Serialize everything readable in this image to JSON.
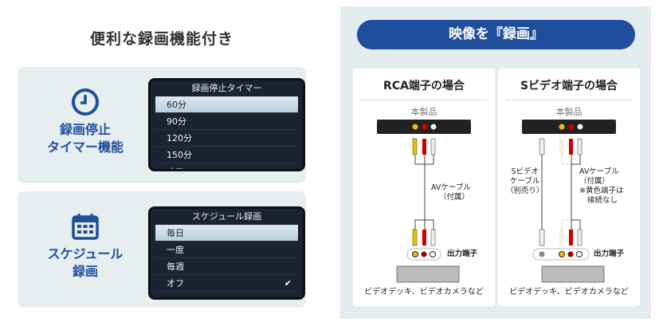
{
  "left": {
    "title": "便利な録画機能付き",
    "timer": {
      "feature": [
        "録画停止",
        "タイマー機能"
      ],
      "icon": "clock-icon",
      "menu_title": "録画停止タイマー",
      "options": [
        "60分",
        "90分",
        "120分",
        "150分",
        "オフ"
      ],
      "selected": "60分",
      "checked": "オフ"
    },
    "schedule": {
      "feature": [
        "スケジュール",
        "録画"
      ],
      "icon": "calendar-icon",
      "menu_title": "スケジュール録画",
      "options": [
        "毎日",
        "一度",
        "毎週",
        "オフ"
      ],
      "selected": "毎日",
      "checked": "オフ"
    }
  },
  "right": {
    "header": "映像を『録画』",
    "rca": {
      "title": "RCA端子の場合",
      "device": "本製品",
      "cable": "AVケーブル",
      "cable_note": "（付属）",
      "output": "出力端子",
      "source": "ビデオデッキ、ビデオカメラなど"
    },
    "svideo": {
      "title": "Sビデオ端子の場合",
      "device": "本製品",
      "s_cable": [
        "Sビデオ",
        "ケーブル",
        "（別売り）"
      ],
      "cable": "AVケーブル",
      "cable_note": "（付属）",
      "note": [
        "※黄色端子は",
        "接続なし"
      ],
      "output": "出力端子",
      "source": "ビデオデッキ、ビデオカメラなど"
    }
  },
  "colors": {
    "brand": "#1f4f9c",
    "panel": "#e3ecee"
  }
}
